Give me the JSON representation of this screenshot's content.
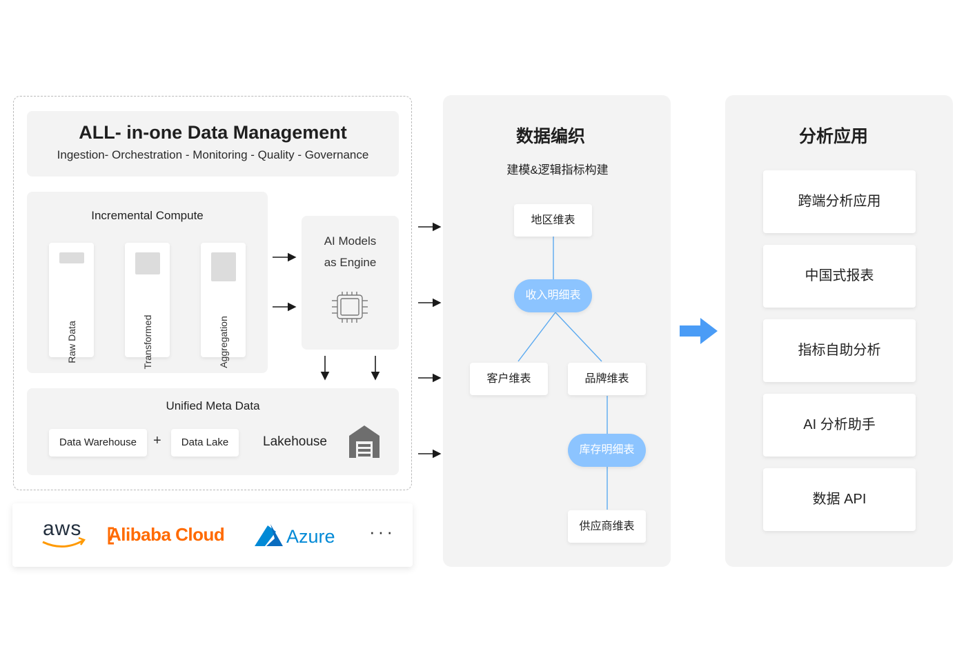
{
  "left": {
    "dm_title": "ALL- in-one Data Management",
    "dm_subtitle": "Ingestion- Orchestration - Monitoring - Quality - Governance",
    "incremental_title": "Incremental Compute",
    "columns": [
      "Raw Data",
      "Transformed",
      "Aggregation"
    ],
    "ai_line1": "AI Models",
    "ai_line2": "as Engine",
    "meta_title": "Unified Meta  Data",
    "data_warehouse": "Data Warehouse",
    "plus": "+",
    "data_lake": "Data Lake",
    "lakehouse": "Lakehouse"
  },
  "clouds": {
    "aws": "aws",
    "alibaba": "Alibaba Cloud",
    "azure": "Azure",
    "more": "···"
  },
  "middle": {
    "title": "数据编织",
    "subtitle": "建模&逻辑指标构建",
    "node_region": "地区维表",
    "pill_revenue": "收入明细表",
    "node_customer": "客户维表",
    "node_brand": "品牌维表",
    "pill_inventory": "库存明细表",
    "node_supplier": "供应商维表"
  },
  "right": {
    "title": "分析应用",
    "apps": [
      "跨端分析应用",
      "中国式报表",
      "指标自助分析",
      "AI 分析助手",
      "数据 API"
    ]
  },
  "colors": {
    "panel": "#f3f3f3",
    "pill": "#8cc4ff",
    "connector": "#5aa9f0",
    "big_arrow": "#4a9cf6",
    "alibaba": "#ff6a00",
    "azure": "#0089d6"
  }
}
